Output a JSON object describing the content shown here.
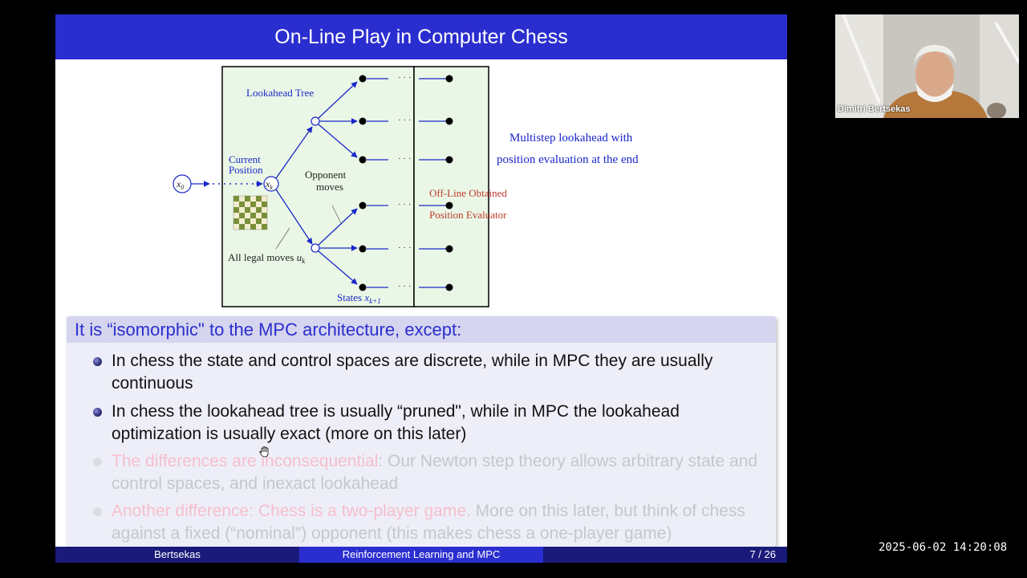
{
  "slide": {
    "title": "On-Line Play in Computer Chess",
    "figure": {
      "lookahead_tree": "Lookahead Tree",
      "current_position_1": "Current",
      "current_position_2": "Position",
      "opponent_moves_1": "Opponent",
      "opponent_moves_2": "moves",
      "x0": "x",
      "x0_sub": "0",
      "xk": "x",
      "xk_sub": "k",
      "all_legal_moves": "All legal moves ",
      "uk": "u",
      "uk_sub": "k",
      "states": "States ",
      "states_x": "x",
      "states_sub": "k+1",
      "offline_1": "Off-Line Obtained",
      "offline_2": "Position Evaluator",
      "multistep_1": "Multistep lookahead with",
      "multistep_2": "position evaluation at the end",
      "dots": "· · ·"
    },
    "block": {
      "title": "It is “isomorphic\" to the MPC architecture, except:",
      "items": [
        {
          "text": "In chess the state and control spaces are discrete, while in MPC they are usually continuous"
        },
        {
          "text": "In chess the lookahead tree is usually “pruned\", while in MPC the lookahead optimization is usually exact (more on this later)"
        },
        {
          "highlight": "The differences are inconsequential",
          "text": ": Our Newton step theory allows arbitrary state and control spaces, and inexact lookahead"
        },
        {
          "highlight": "Another difference: Chess is a two-player game",
          "text": ". More on this later, but think of chess against a fixed (“nominal\") opponent (this makes chess a one-player game)"
        }
      ]
    },
    "footer": {
      "author": "Bertsekas",
      "course": "Reinforcement Learning and MPC",
      "page": "7 / 26"
    }
  },
  "video": {
    "name": "Dimitri Bertsekas"
  },
  "timestamp": "2025-06-02 14:20:08",
  "colors": {
    "accent": "#2b2ecf",
    "dark": "#1a1a7a",
    "figure_bg": "#eaf7e6",
    "red_text": "#c0392b"
  }
}
